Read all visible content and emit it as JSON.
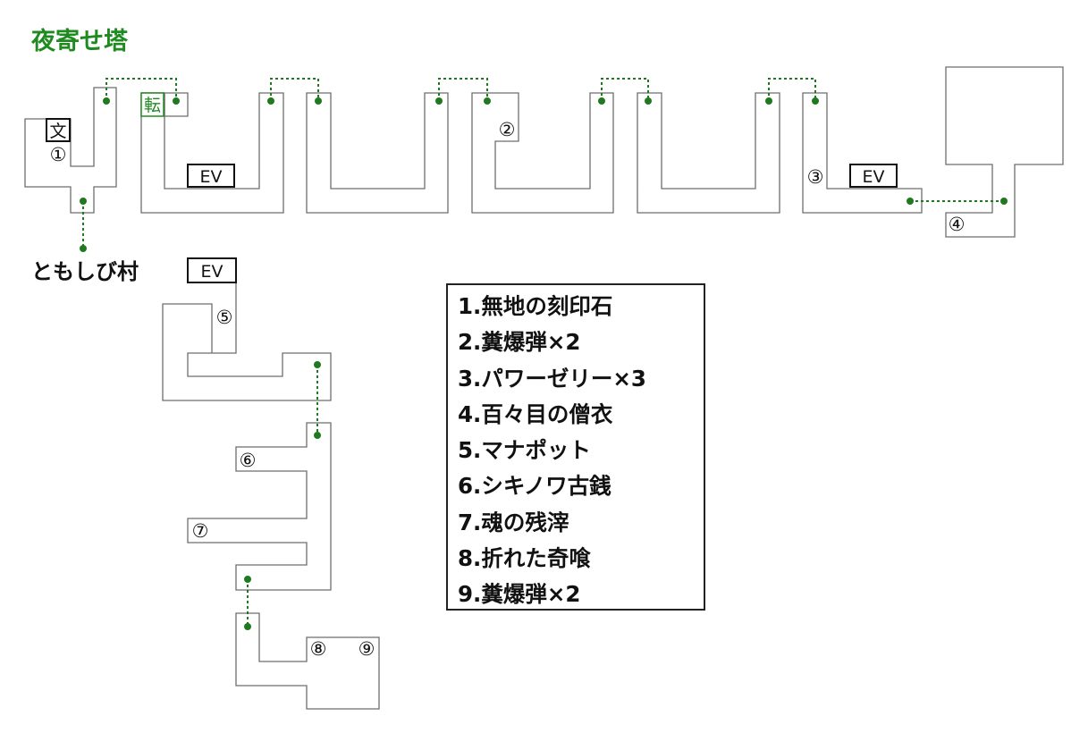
{
  "title": "夜寄せ塔",
  "village_label": "ともしび村",
  "markers": {
    "document": "文",
    "transfer": "転",
    "event": "EV"
  },
  "item_numbers": [
    "①",
    "②",
    "③",
    "④",
    "⑤",
    "⑥",
    "⑦",
    "⑧",
    "⑨"
  ],
  "legend": [
    "1.無地の刻印石",
    "2.糞爆弾×2",
    "3.パワーゼリー×3",
    "4.百々目の僧衣",
    "5.マナポット",
    "6.シキノワ古銭",
    "7.魂の残滓",
    "8.折れた奇喰",
    "9.糞爆弾×2"
  ],
  "colors": {
    "title": "#1f8a1f",
    "connector": "#1f7a1f",
    "wall": "#6e6e6e"
  }
}
